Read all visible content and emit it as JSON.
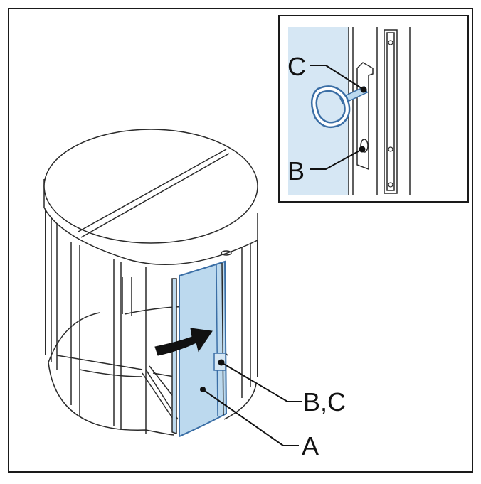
{
  "figure": {
    "callouts": {
      "main_a": "A",
      "main_bc": "B,C",
      "inset_b": "B",
      "inset_c": "C"
    },
    "colors": {
      "line": "#1a1a1a",
      "glass_fill": "#bcd9ee",
      "glass_stroke": "#3a6ea5",
      "inset_bg": "#d6e7f4",
      "key_fill": "#ffffff",
      "arrow": "#111111"
    },
    "icons": [
      "revolving-door-drawing",
      "rotation-arrow-icon",
      "key-icon",
      "lock-cylinder-icon"
    ]
  }
}
